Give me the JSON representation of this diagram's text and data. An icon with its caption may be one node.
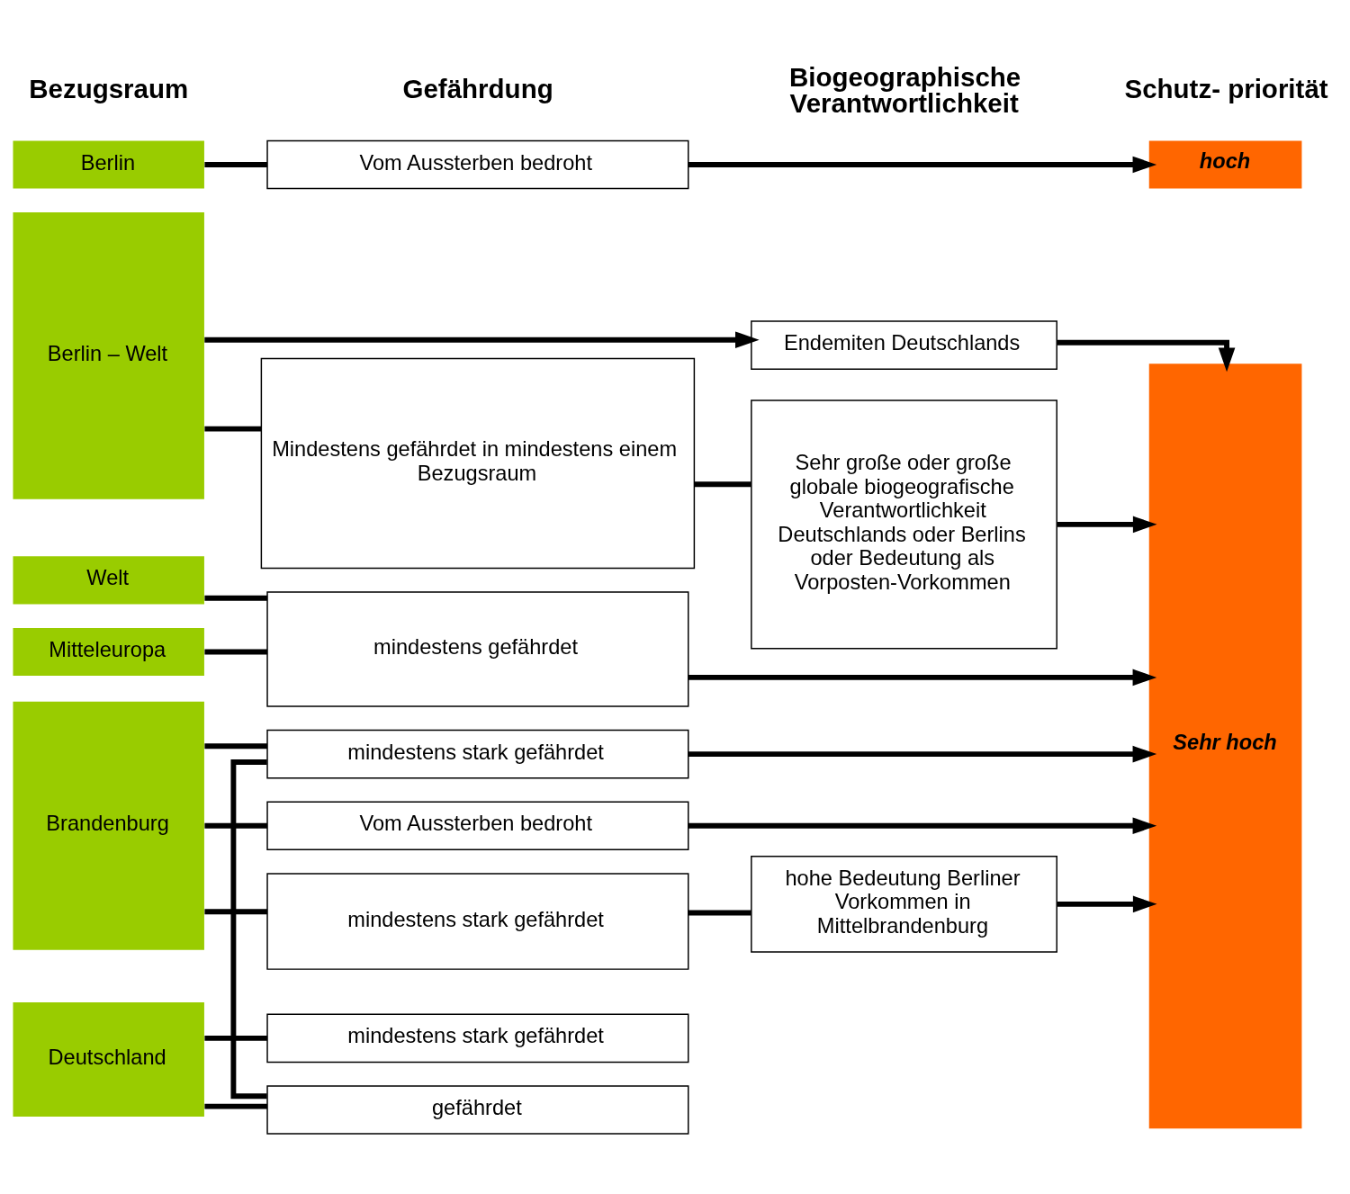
{
  "diagram": {
    "nodes": [
      {
        "text": [
          "Berlin – Welt"
        ]
      },
      {
        "text": [
          "Endemiten Deutschlands"
        ]
      },
      {
        "text": [
          "Mindestens gefährdet in mindestens einem Bezugsraum"
        ]
      },
      {
        "text": [
          "Sehr große oder große globale biogeografische Verantwortlichkeit Deutschlands oder Berlins oder Bedeutung als Vorposten-Vorkommen"
        ]
      },
      {
        "text": [
          "Welt"
        ]
      },
      {
        "text": [
          "Mitteleuropa"
        ]
      },
      {
        "text": [
          "mindestens gefährdet"
        ]
      },
      {
        "text": [
          "Deutschland"
        ]
      },
      {
        "text": [
          "mindestens stark gefährdet"
        ]
      },
      {
        "text": [
          "gefährdet"
        ]
      },
      {
        "text": [
          "Brandenburg"
        ]
      },
      {
        "text": [
          "mindestens stark gefährdet"
        ]
      },
      {
        "text": [
          "Vom Aussterben bedroht"
        ]
      },
      {
        "text": [
          "mindestens stark gefährdet"
        ]
      },
      {
        "text": [
          "hohe Bedeutung Berliner Vorkommen in Mittelbrandenburg"
        ]
      },
      {
        "text": [
          "Sehr hoch"
        ]
      },
      {
        "text": [
          "Berlin"
        ]
      },
      {
        "text": [
          "Vom Aussterben bedroht"
        ]
      },
      {
        "text": [
          "hoch"
        ]
      }
    ],
    "edges": [
      {
        "from": 0,
        "to": 1,
        "arrow": "to"
      },
      {
        "from": 1,
        "to": 15,
        "arrow": "to"
      },
      {
        "from": 0,
        "to": 2,
        "arrow": "none"
      },
      {
        "from": 2,
        "to": 3,
        "arrow": "none"
      },
      {
        "from": 3,
        "to": 15,
        "arrow": "to"
      },
      {
        "from": 4,
        "to": 6,
        "arrow": "none"
      },
      {
        "from": 5,
        "to": 6,
        "arrow": "none"
      },
      {
        "from": 6,
        "to": 15,
        "arrow": "to"
      },
      {
        "from": 7,
        "to": 8,
        "arrow": "none"
      },
      {
        "from": 7,
        "to": 9,
        "arrow": "none"
      },
      {
        "from": 9,
        "to": 11,
        "arrow": "none"
      },
      {
        "from": 10,
        "to": 11,
        "arrow": "none"
      },
      {
        "from": 11,
        "to": 15,
        "arrow": "to"
      },
      {
        "from": 10,
        "to": 12,
        "arrow": "none"
      },
      {
        "from": 12,
        "to": 15,
        "arrow": "to"
      },
      {
        "from": 10,
        "to": 13,
        "arrow": "none"
      },
      {
        "from": 13,
        "to": 14,
        "arrow": "none"
      },
      {
        "from": 14,
        "to": 15,
        "arrow": "to"
      },
      {
        "from": 16,
        "to": 17,
        "arrow": "none"
      },
      {
        "from": 17,
        "to": 18,
        "arrow": "to"
      }
    ],
    "labels": [
      "Bezugsraum",
      "Gefährdung",
      "Biogeographische Verantwortlichkeit",
      "Schutz- priorität"
    ]
  }
}
